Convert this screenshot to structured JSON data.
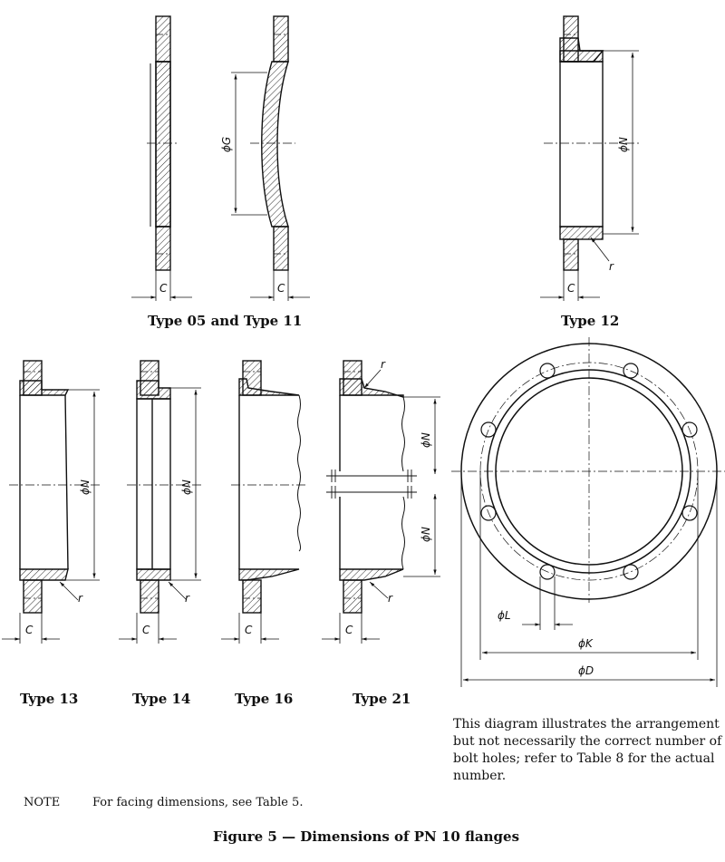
{
  "dims": {
    "C": "C",
    "G": "ϕG",
    "N": "ϕN",
    "r": "r",
    "L": "ϕL",
    "K": "ϕK",
    "D": "ϕD"
  },
  "captions": {
    "t05_11": "Type 05 and Type 11",
    "t12": "Type 12",
    "t13": "Type 13",
    "t14": "Type 14",
    "t16": "Type 16",
    "t21": "Type 21"
  },
  "bolt_note": [
    "This diagram illustrates the arrangement",
    "but not necessarily the correct number of",
    "bolt holes; refer to Table 8 for the actual",
    "number."
  ],
  "note": {
    "label": "NOTE",
    "text": "For facing dimensions, see Table 5."
  },
  "figure_title": "Figure 5 — Dimensions of PN 10 flanges"
}
